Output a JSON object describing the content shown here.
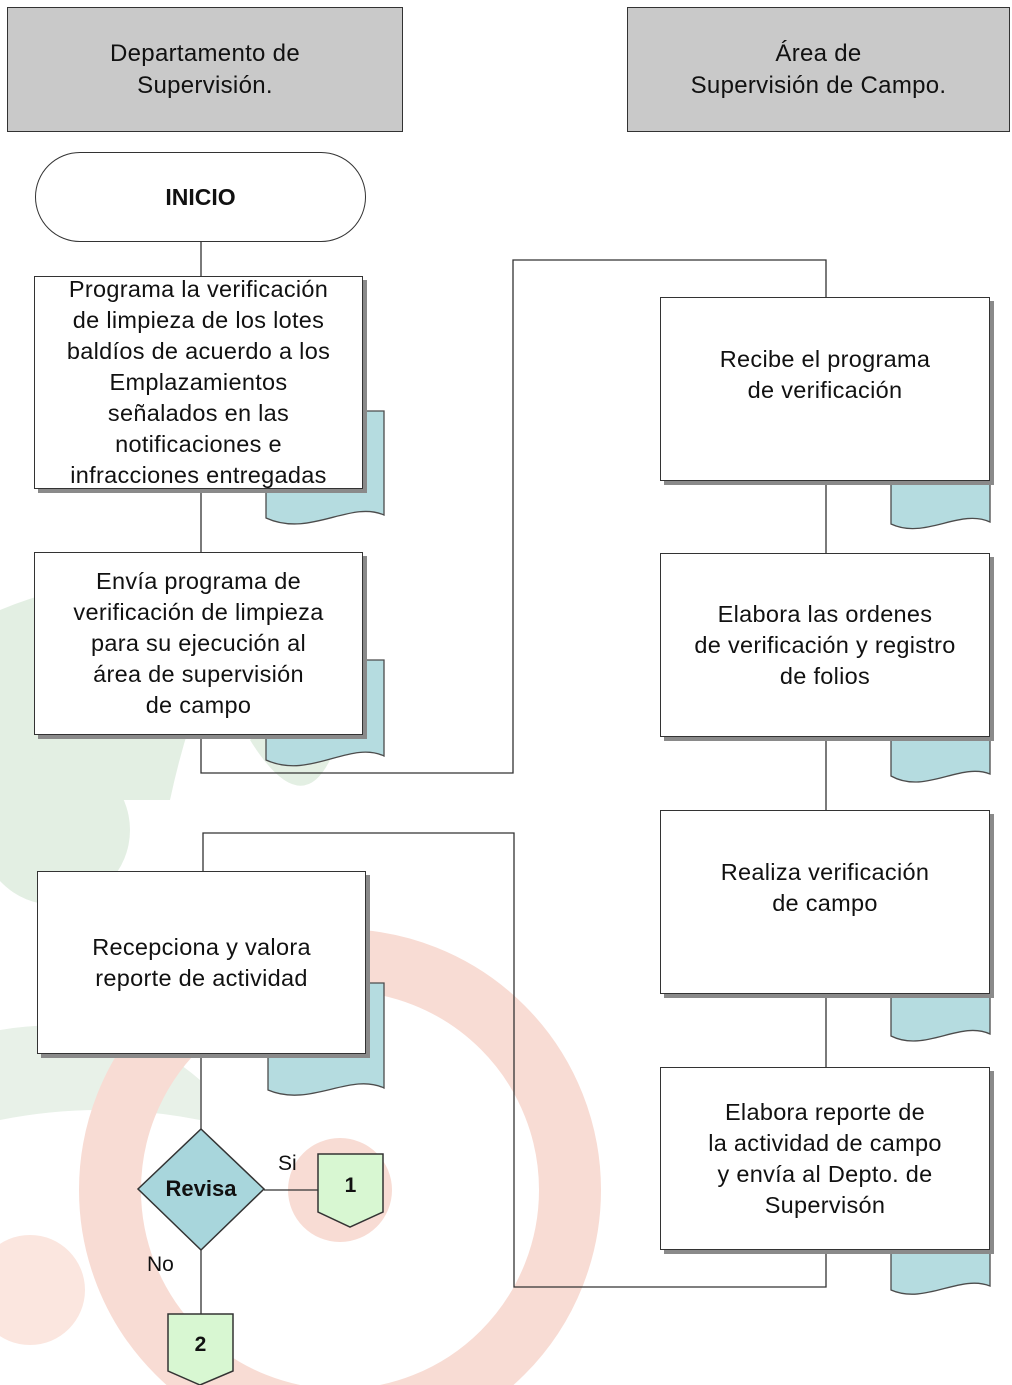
{
  "headers": {
    "left": "Departamento de\nSupervisión.",
    "right": "Área de\nSupervisión de Campo."
  },
  "start": "INICIO",
  "steps": {
    "programa": "Programa la verificación\nde limpieza de los lotes\nbaldíos de acuerdo a los\nEmplazamientos\nseñalados en las\nnotificaciones e\ninfracciones entregadas",
    "envia": "Envía programa de\nverificación de limpieza\npara su ejecución al\nárea de supervisión\nde  campo",
    "recibe": "Recibe el programa\nde verificación",
    "elabora_ordenes": "Elabora las ordenes\nde verificación y registro\nde folios",
    "realiza": "Realiza verificación\nde campo",
    "elabora_reporte": "Elabora reporte de\nla actividad de campo\ny envía al Depto. de\nSupervisón",
    "recepciona": "Recepciona y valora\nreporte de actividad"
  },
  "decision": {
    "label": "Revisa",
    "yes": "Si",
    "no": "No"
  },
  "connectors": {
    "yes_target": "1",
    "no_target": "2"
  },
  "colors": {
    "document": "#b5dce0",
    "decision": "#a8d6dc",
    "connector": "#d8f7d2",
    "header": "#c9c9c9",
    "watermark_green": "#e3efe3",
    "watermark_red": "#f8dcd4"
  }
}
